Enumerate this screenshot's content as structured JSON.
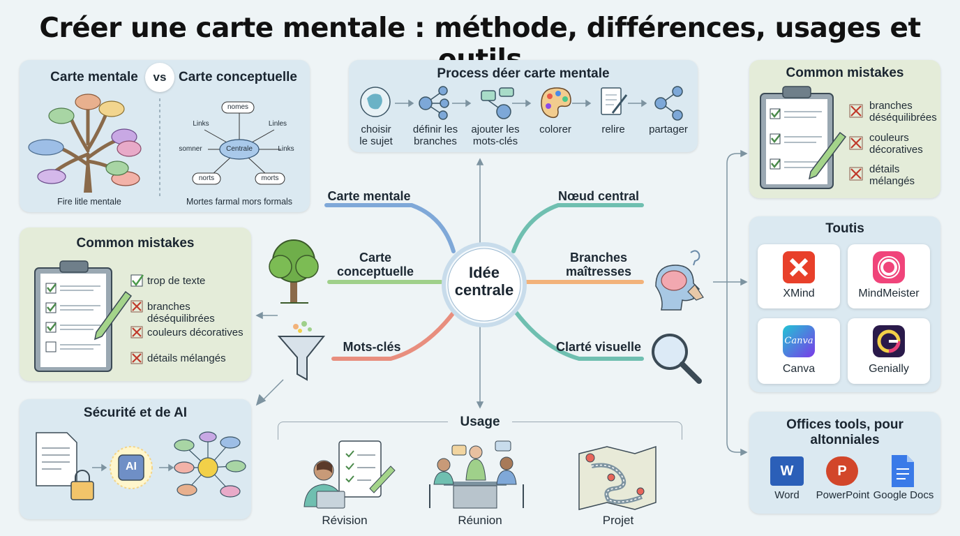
{
  "title": "Créer une carte mentale : méthode, différences, usages et outils",
  "comparison": {
    "left_title": "Carte mentale",
    "vs": "vs",
    "right_title": "Carte conceptuelle",
    "left_caption": "Fire litle mentale",
    "right_caption": "Mortes farmal mors formals",
    "concept_nodes": {
      "center": "Centrale",
      "top": "nomes",
      "links_tl": "Links",
      "links_tr": "Linles",
      "links_r": "Links",
      "left": "somner",
      "bl": "norts",
      "br": "morts"
    }
  },
  "process": {
    "title": "Process déer carte mentale",
    "steps": [
      {
        "l1": "choisir",
        "l2": "le sujet"
      },
      {
        "l1": "définir les",
        "l2": "branches"
      },
      {
        "l1": "ajouter les",
        "l2": "mots-clés"
      },
      {
        "l1": "colorer",
        "l2": ""
      },
      {
        "l1": "relire",
        "l2": ""
      },
      {
        "l1": "partager",
        "l2": ""
      }
    ]
  },
  "mistakes_right": {
    "title": "Common mistakes",
    "items": [
      {
        "l1": "branches",
        "l2": "déséquilibrées"
      },
      {
        "l1": "couleurs",
        "l2": "décoratives"
      },
      {
        "l1": "détails",
        "l2": "mélangés"
      }
    ]
  },
  "mistakes_left": {
    "title": "Common mistakes",
    "items": [
      "trop de texte",
      "branches déséquilibrées",
      "couleurs décoratives",
      "détails mélangés"
    ]
  },
  "center": {
    "l1": "Idée",
    "l2": "centrale"
  },
  "branches": {
    "carte_mentale": "Carte mentale",
    "carte_conceptuelle_1": "Carte",
    "carte_conceptuelle_2": "conceptuelle",
    "mots_cles": "Mots-clés",
    "noeud_central": "Nœud central",
    "branches_1": "Branches",
    "branches_2": "maîtresses",
    "clarte": "Clarté visuelle"
  },
  "securite": {
    "title": "Sécurité et de AI",
    "ai": "AI"
  },
  "usage": {
    "title": "Usage",
    "items": [
      "Révision",
      "Réunion",
      "Projet"
    ]
  },
  "tools": {
    "title": "Toutis",
    "items": [
      "XMind",
      "MindMeister",
      "Canva",
      "Genially"
    ],
    "canva_logo": "Canva"
  },
  "office": {
    "title_1": "Offices tools, pour",
    "title_2": "altonniales",
    "items": [
      "Word",
      "PowerPoint",
      "Google Docs"
    ],
    "word_logo": "W",
    "ppt_logo": "P"
  },
  "colors": {
    "teal": "#6fbfb0",
    "blue": "#7fa8d8",
    "green": "#9fd08a",
    "salmon": "#e88e7e",
    "orange": "#f2b27a"
  }
}
